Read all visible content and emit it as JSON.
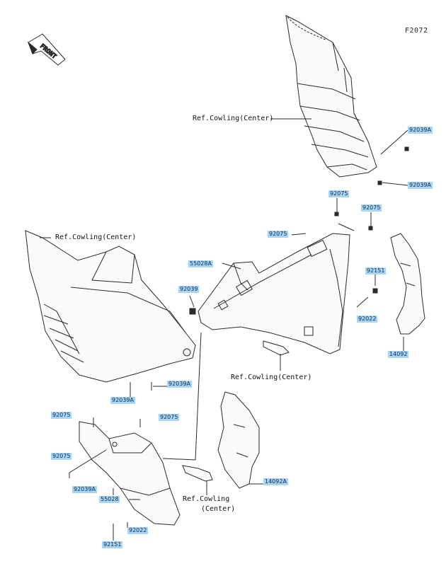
{
  "figure_id": "F2072",
  "front_label": "FRONT",
  "ref_labels": [
    "Ref.Cowling(Center)",
    "Ref.Cowling(Center)",
    "Ref.Cowling(Center)",
    "Ref.Cowling",
    "(Center)"
  ],
  "parts": [
    "92039A",
    "92039A",
    "92075",
    "92075",
    "92075",
    "55028A",
    "92039",
    "92151",
    "92022",
    "14092",
    "92039A",
    "92039A",
    "92075",
    "92075",
    "92075",
    "92039A",
    "55028",
    "92022",
    "92151",
    "14092A"
  ],
  "colors": {
    "line": "#2a2a2a",
    "tag_bg": "#a9d5f2",
    "tag_text": "#0a2a55"
  }
}
